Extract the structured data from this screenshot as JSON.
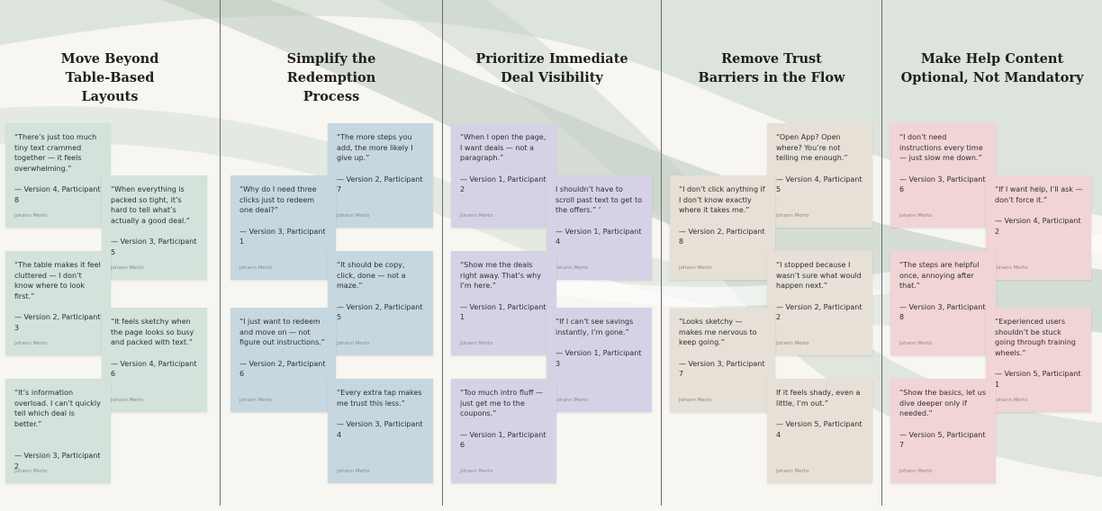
{
  "author": "Johann Merto",
  "columns": [
    {
      "title": "Move Beyond Table-Based Layouts",
      "color": "#d3e2db",
      "notes": [
        {
          "quote": "“There’s just too much tiny text crammed together — it feels overwhelming.”",
          "participant": "— Version 4, Participant 8"
        },
        {
          "quote": "“When everything is packed so tight, it’s hard to tell what’s actually a good deal.”",
          "participant": "— Version 3, Participant 5"
        },
        {
          "quote": "“The table makes it feel cluttered — I don’t know where to look first.”",
          "participant": "— Version 2, Participant 3"
        },
        {
          "quote": "“It feels sketchy when the page looks so busy and packed with text.”",
          "participant": "— Version 4, Participant 6"
        },
        {
          "quote": "“It’s information overload. I can’t quickly tell which deal is better.”",
          "participant": "— Version 3, Participant 2"
        }
      ]
    },
    {
      "title": "Simplify the Redemption Process",
      "color": "#c7d7e0",
      "notes": [
        {
          "quote": "“The more steps you add, the more likely I give up.”",
          "participant": "— Version 2, Participant 7"
        },
        {
          "quote": "“Why do I need three clicks just to redeem one deal?”",
          "participant": "— Version 3, Participant 1"
        },
        {
          "quote": "“It should be copy, click, done — not a maze.”",
          "participant": "— Version 2, Participant 5"
        },
        {
          "quote": "“I just want to redeem and move on — not figure out instructions.”",
          "participant": "— Version 2, Participant 6"
        },
        {
          "quote": "“Every extra tap makes me trust this less.”",
          "participant": "— Version 3, Participant 4"
        }
      ]
    },
    {
      "title": "Prioritize Immediate Deal Visibility",
      "color": "#d6d2e6",
      "notes": [
        {
          "quote": "“When I open the page, I want deals — not a paragraph.”",
          "participant": "— Version 1, Participant 2"
        },
        {
          "quote": "I shouldn’t have to scroll past text to get to the offers.” ’",
          "participant": "— Version 1, Participant 4"
        },
        {
          "quote": "“Show me the deals right away. That’s why I’m here.”",
          "participant": "— Version 1, Participant 1"
        },
        {
          "quote": "“If I can’t see savings instantly, I’m gone.”",
          "participant": "— Version 1, Participant 3"
        },
        {
          "quote": "“Too much intro fluff — just get me to the coupons.”",
          "participant": "— Version 1, Participant 6"
        }
      ]
    },
    {
      "title": "Remove Trust Barriers in the Flow",
      "color": "#e6e0d6",
      "notes": [
        {
          "quote": "“Open App? Open where? You’re not telling me enough.”",
          "participant": "— Version 4, Participant 5"
        },
        {
          "quote": "“I don’t click anything if I don’t know exactly where it takes me.”",
          "participant": "— Version 2, Participant 8"
        },
        {
          "quote": "“I stopped because I wasn’t sure what would happen next.”",
          "participant": "— Version 2, Participant 2"
        },
        {
          "quote": "“Looks sketchy — makes me nervous to keep going.”",
          "participant": "— Version 3, Participant 7"
        },
        {
          "quote": "If it feels shady, even a little, I’m out.”",
          "participant": "— Version 5, Participant 4"
        }
      ]
    },
    {
      "title": "Make Help Content Optional, Not Mandatory",
      "color": "#f1d4d6",
      "notes": [
        {
          "quote": "“I don’t need instructions every time — just slow me down.”",
          "participant": "— Version 3, Participant 6"
        },
        {
          "quote": "“If I want help, I’ll ask — don’t force it.”",
          "participant": "— Version 4, Participant 2"
        },
        {
          "quote": "“The steps are helpful once, annoying after that.”",
          "participant": "— Version 3, Participant 8"
        },
        {
          "quote": "“Experienced users shouldn’t be stuck going through training wheels.”",
          "participant": "— Version 5, Participant 1"
        },
        {
          "quote": "“Show the basics, let us dive deeper only if needed.”",
          "participant": "— Version 5, Participant 7"
        }
      ]
    }
  ]
}
